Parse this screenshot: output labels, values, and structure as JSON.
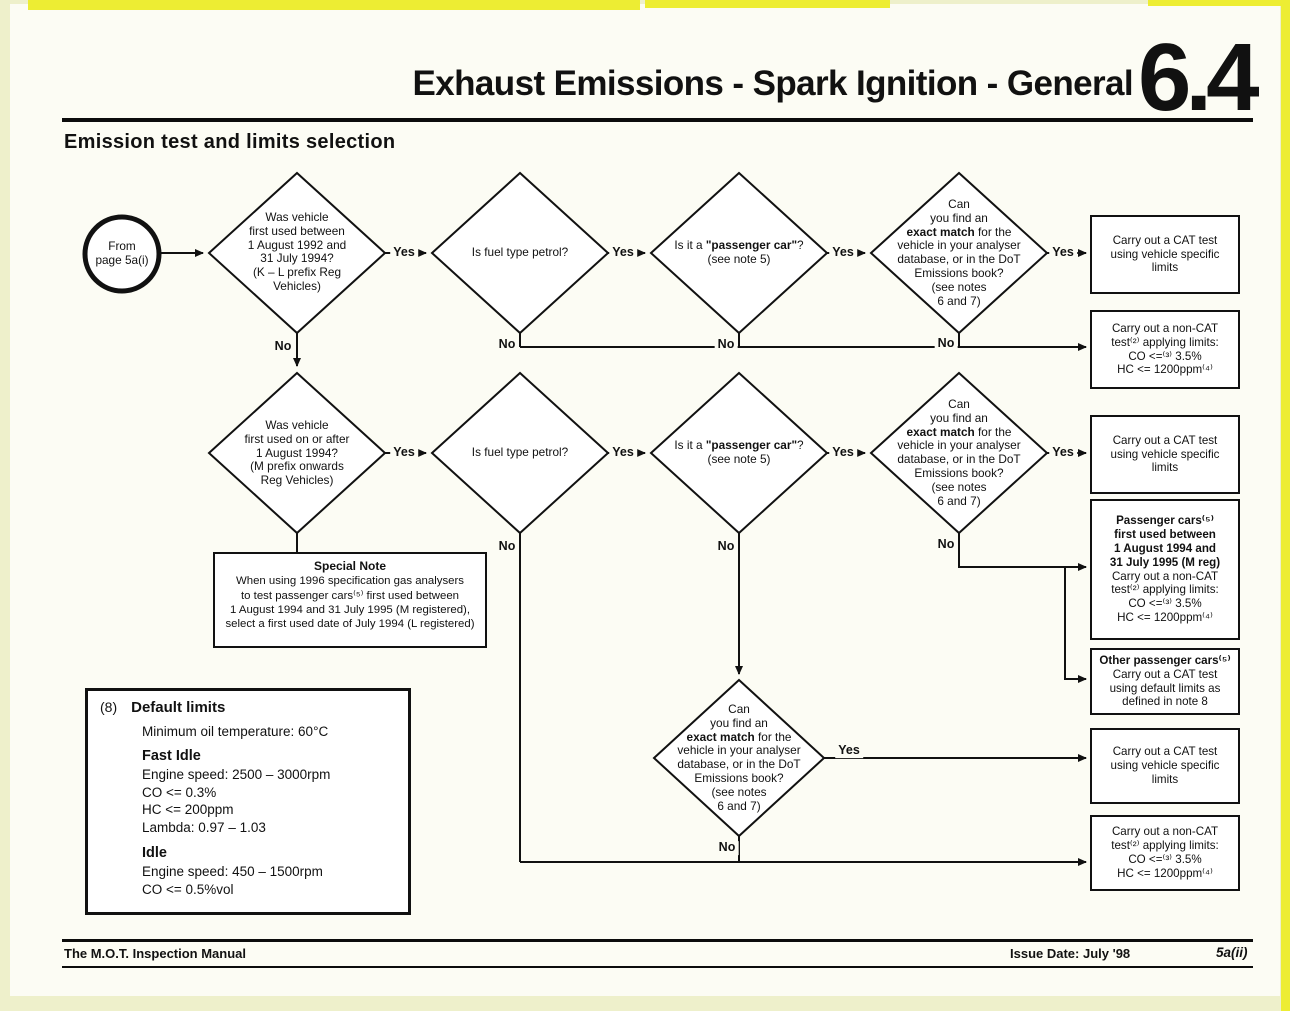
{
  "page": {
    "title": "Exhaust Emissions - Spark Ignition - General",
    "section_number": "6.4",
    "subtitle": "Emission test and limits selection"
  },
  "start": {
    "label": "From\npage 5a(i)"
  },
  "labels": {
    "yes": "Yes",
    "no": "No"
  },
  "questions": {
    "first_used_92_94": "Was vehicle\nfirst used between\n1 August 1992 and\n31 July 1994?\n(K – L prefix Reg\nVehicles)",
    "first_used_94_on": "Was vehicle\nfirst used on or after\n1 August 1994?\n(M prefix onwards\nReg Vehicles)",
    "petrol": "Is fuel type petrol?",
    "passenger_pre": "Is it a ",
    "passenger_bold": "\"passenger car\"",
    "passenger_post": "?\n(see note 5)",
    "match_pre": "Can\nyou find an\n",
    "match_bold": "exact match",
    "match_post": " for the\nvehicle in your analyser\ndatabase, or in the DoT\nEmissions book?\n(see notes\n6 and 7)"
  },
  "outcomes": {
    "cat_specific": "Carry out a CAT test\nusing vehicle specific\nlimits",
    "non_cat": "Carry out a non-CAT\ntest⁽²⁾ applying limits:\nCO <=⁽³⁾ 3.5%\nHC <= 1200ppm⁽⁴⁾",
    "passenger_m_reg_heading": "Passenger cars⁽⁵⁾\nfirst used between\n1 August 1994 and\n31 July 1995 (M reg)",
    "passenger_m_reg_body": "Carry out a non-CAT\ntest⁽²⁾ applying limits:\nCO <=⁽³⁾ 3.5%\nHC <= 1200ppm⁽⁴⁾",
    "other_passenger_heading": "Other passenger cars⁽⁵⁾",
    "other_passenger_body": "Carry out a CAT test\nusing default limits as\ndefined in note 8"
  },
  "special_note": {
    "title": "Special Note",
    "body": "When using 1996 specification gas analysers\nto test passenger cars⁽⁵⁾ first used between\n1 August 1994 and 31 July 1995 (M registered),\nselect a first used date of July 1994 (L registered)"
  },
  "default_limits": {
    "ref": "(8)",
    "title": "Default limits",
    "min_oil": "Minimum oil temperature: 60°C",
    "fast_idle_title": "Fast Idle",
    "fast_idle_lines": "Engine speed: 2500 – 3000rpm\nCO <= 0.3%\nHC <= 200ppm\nLambda: 0.97 – 1.03",
    "idle_title": "Idle",
    "idle_lines": "Engine speed: 450 – 1500rpm\nCO <= 0.5%vol"
  },
  "footer": {
    "manual": "The M.O.T. Inspection Manual",
    "issue": "Issue Date: July '98",
    "page_ref": "5a(ii)"
  }
}
